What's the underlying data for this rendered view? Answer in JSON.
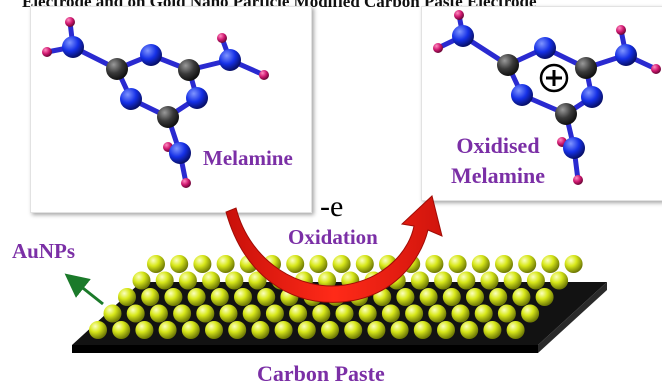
{
  "header": {
    "title": "Electrode and on Gold Nano Particle Modified Carbon Paste Electrode"
  },
  "labels": {
    "melamine": "Melamine",
    "oxidised_line1": "Oxidised",
    "oxidised_line2": "Melamine",
    "electron": "-e",
    "oxidation": "Oxidation",
    "aunps": "AuNPs",
    "carbon_paste": "Carbon Paste",
    "charge": "+"
  },
  "colors": {
    "label_purple": "#7b2fa6",
    "carbon_atom": "#3a3a3a",
    "nitrogen_atom": "#1530e6",
    "hydrogen_atom": "#d01870",
    "nanoparticle": "#d8e81a",
    "carbon_slab": "#111111",
    "arrow_red": "#e8140c",
    "pointer_green": "#1b7a2a"
  }
}
